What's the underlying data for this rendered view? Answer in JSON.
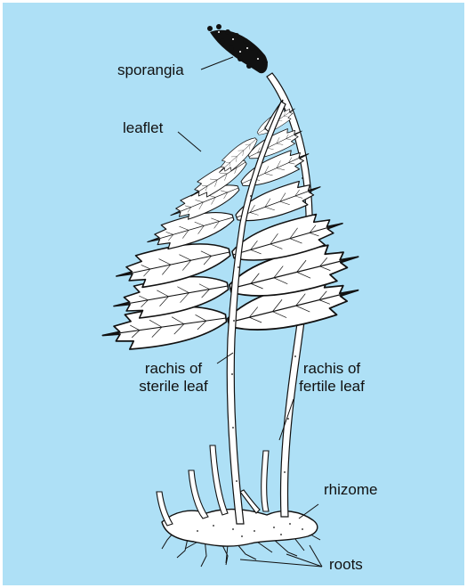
{
  "figure": {
    "labels": {
      "sporangia": "sporangia",
      "leaflet": "leaflet",
      "rachis_sterile_1": "rachis of",
      "rachis_sterile_2": "sterile leaf",
      "rachis_fertile_1": "rachis of",
      "rachis_fertile_2": "fertile leaf",
      "rhizome": "rhizome",
      "roots": "roots"
    },
    "colors": {
      "background": "#aee0f6",
      "plant_fill": "#ffffff",
      "ink": "#111111"
    }
  }
}
